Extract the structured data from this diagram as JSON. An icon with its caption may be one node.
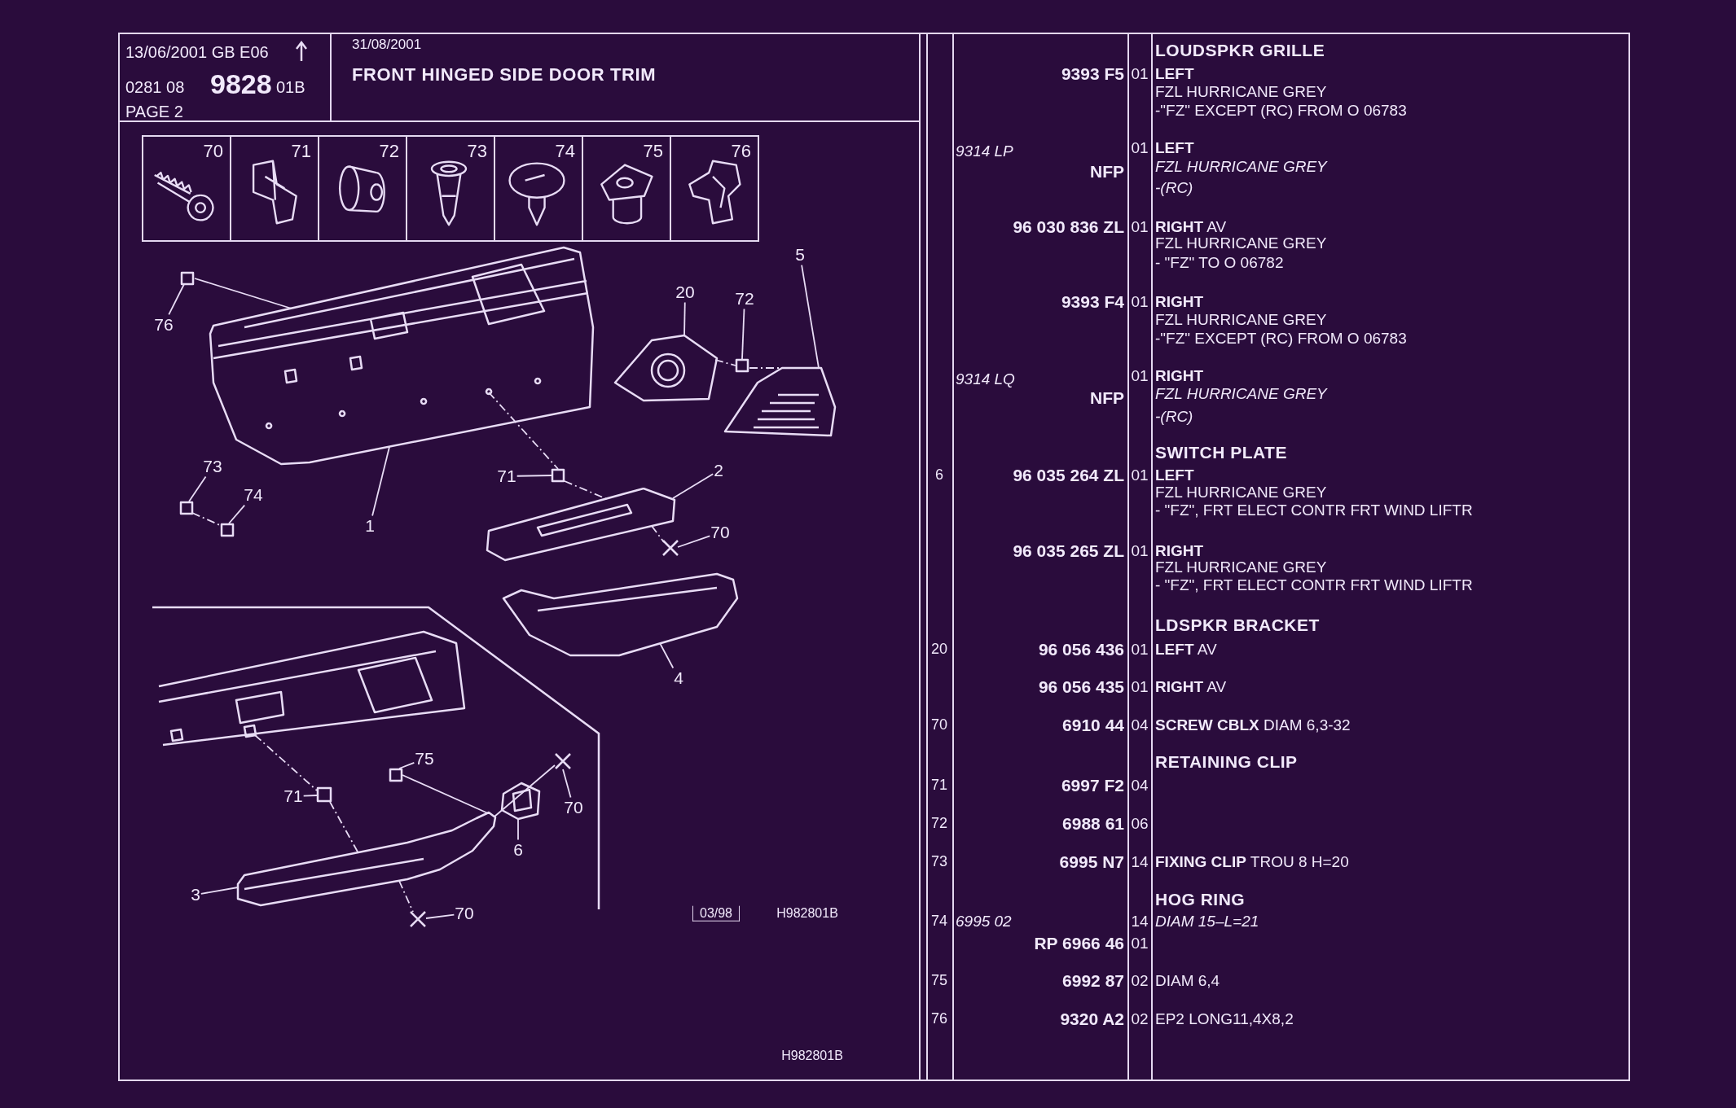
{
  "diagram": {
    "title": "FRONT HINGED SIDE DOOR TRIM",
    "nodes": [
      {
        "text": [
          "76"
        ]
      },
      {
        "text": [],
        "shape": "box"
      },
      {
        "text": [],
        "shape": "picture"
      },
      {
        "text": [
          "20"
        ]
      },
      {
        "text": [
          "72"
        ]
      },
      {
        "text": [
          "5"
        ]
      },
      {
        "text": [],
        "shape": "picture"
      },
      {
        "text": [],
        "shape": "box"
      },
      {
        "text": [],
        "shape": "picture"
      },
      {
        "text": [
          "73"
        ]
      },
      {
        "text": [
          "74"
        ]
      },
      {
        "text": [
          "71"
        ]
      },
      {
        "text": [
          "2"
        ]
      },
      {
        "text": [],
        "shape": "box"
      },
      {
        "text": [],
        "shape": "box"
      },
      {
        "text": [],
        "shape": "box"
      },
      {
        "text": [
          "1"
        ]
      },
      {
        "text": [],
        "shape": "picture"
      },
      {
        "text": [
          "70"
        ]
      },
      {
        "text": [],
        "shape": "cross"
      },
      {
        "text": [],
        "shape": "picture"
      },
      {
        "text": [
          "4"
        ]
      },
      {
        "text": [],
        "shape": "picture"
      },
      {
        "text": [
          "75"
        ]
      },
      {
        "text": [],
        "shape": "box"
      },
      {
        "text": [],
        "shape": "cross"
      },
      {
        "text": [],
        "shape": "picture"
      },
      {
        "text": [
          "70"
        ]
      },
      {
        "text": [],
        "shape": "picture"
      },
      {
        "text": [
          "71"
        ]
      },
      {
        "text": [],
        "shape": "box"
      },
      {
        "text": [
          "6"
        ]
      },
      {
        "text": [
          "3"
        ]
      },
      {
        "text": [],
        "shape": "cross"
      },
      {
        "text": [
          "70"
        ]
      }
    ],
    "edges": [
      {
        "from": 0,
        "to": 1,
        "arrow": "none"
      },
      {
        "from": 1,
        "to": 2,
        "arrow": "none"
      },
      {
        "from": 3,
        "to": 6,
        "arrow": "none"
      },
      {
        "from": 4,
        "to": 7,
        "arrow": "none"
      },
      {
        "from": 6,
        "to": 7,
        "arrow": "none",
        "style": "dashed"
      },
      {
        "from": 7,
        "to": 8,
        "arrow": "none",
        "style": "dashed"
      },
      {
        "from": 5,
        "to": 8,
        "arrow": "none"
      },
      {
        "from": 9,
        "to": 13,
        "arrow": "none"
      },
      {
        "from": 10,
        "to": 14,
        "arrow": "none"
      },
      {
        "from": 13,
        "to": 14,
        "arrow": "none",
        "style": "dashed"
      },
      {
        "from": 16,
        "to": 2,
        "arrow": "none"
      },
      {
        "from": 11,
        "to": 15,
        "arrow": "none"
      },
      {
        "from": 2,
        "to": 15,
        "arrow": "none",
        "style": "dashed"
      },
      {
        "from": 15,
        "to": 17,
        "arrow": "none",
        "style": "dashed"
      },
      {
        "from": 12,
        "to": 17,
        "arrow": "none"
      },
      {
        "from": 18,
        "to": 19,
        "arrow": "none"
      },
      {
        "from": 17,
        "to": 19,
        "arrow": "none",
        "style": "dashed"
      },
      {
        "from": 21,
        "to": 20,
        "arrow": "none"
      },
      {
        "from": 23,
        "to": 24,
        "arrow": "none"
      },
      {
        "from": 24,
        "to": 26,
        "arrow": "none"
      },
      {
        "from": 26,
        "to": 25,
        "arrow": "none"
      },
      {
        "from": 27,
        "to": 25,
        "arrow": "none"
      },
      {
        "from": 31,
        "to": 28,
        "arrow": "none"
      },
      {
        "from": 29,
        "to": 30,
        "arrow": "none"
      },
      {
        "from": 22,
        "to": 30,
        "arrow": "none",
        "style": "dashed"
      },
      {
        "from": 30,
        "to": 26,
        "arrow": "none",
        "style": "dashed"
      },
      {
        "from": 32,
        "to": 26,
        "arrow": "none"
      },
      {
        "from": 26,
        "to": 33,
        "arrow": "none",
        "style": "dashed"
      },
      {
        "from": 34,
        "to": 33,
        "arrow": "none"
      }
    ],
    "labels": [
      "13/06/2001 GB E06",
      "0281 08",
      "9828",
      "01B",
      "PAGE 2",
      "31/08/2001",
      "70",
      "71",
      "72",
      "73",
      "74",
      "75",
      "76",
      "03/98",
      "H982801B",
      "H982801B",
      "LOUDSPKR GRILLE",
      "9393 F5",
      "01",
      "LEFT",
      "FZL HURRICANE GREY",
      "-\"FZ\" EXCEPT (RC) FROM O 06783",
      "9314 LP",
      "01",
      "LEFT",
      "NFP",
      "FZL HURRICANE GREY",
      "-(RC)",
      "96 030 836 ZL",
      "01",
      "**RIGHT** AV",
      "FZL HURRICANE GREY",
      "- \"FZ\" TO O 06782",
      "9393 F4",
      "01",
      "RIGHT",
      "FZL HURRICANE GREY",
      "-\"FZ\" EXCEPT (RC) FROM O 06783",
      "9314 LQ",
      "01",
      "RIGHT",
      "NFP",
      "FZL HURRICANE GREY",
      "-(RC)",
      "SWITCH PLATE",
      "6",
      "96 035 264 ZL",
      "01",
      "LEFT",
      "FZL HURRICANE GREY",
      "- \"FZ\", FRT ELECT CONTR FRT WIND LIFTR",
      "96 035 265 ZL",
      "01",
      "RIGHT",
      "FZL HURRICANE GREY",
      "- \"FZ\", FRT ELECT CONTR FRT WIND LIFTR",
      "LDSPKR BRACKET",
      "20",
      "96 056 436",
      "01",
      "**LEFT** AV",
      "96 056 435",
      "01",
      "**RIGHT** AV",
      "70",
      "6910 44",
      "04",
      "**SCREW CBLX** DIAM 6,3-32",
      "RETAINING CLIP",
      "71",
      "6997 F2",
      "04",
      "72",
      "6988 61",
      "06",
      "73",
      "6995 N7",
      "14",
      "**FIXING CLIP** TROU 8 H=20",
      "HOG RING",
      "74",
      "6995 02",
      "14",
      "DIAM 15–L=21",
      "RP 6966 46",
      "01",
      "75",
      "6992 87",
      "02",
      "DIAM 6,4",
      "76",
      "9320 A2",
      "02",
      "EP2 LONG11,4X8,2"
    ]
  }
}
